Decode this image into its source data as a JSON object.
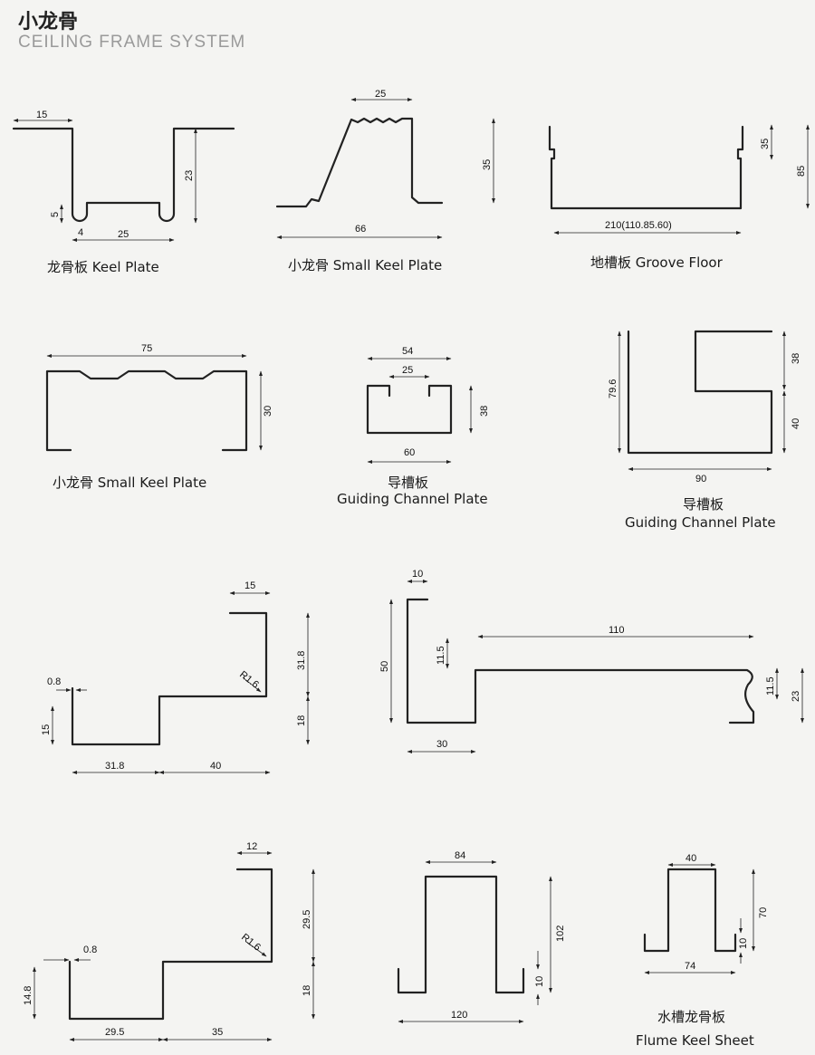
{
  "header": {
    "title_cn": "小龙骨",
    "title_en": "CEILING FRAME SYSTEM"
  },
  "icons": {
    "dimension_arrow": "arrowhead"
  },
  "items": [
    {
      "caption": "龙骨板  Keel Plate",
      "dims": [
        "15",
        "23",
        "5",
        "4",
        "25"
      ]
    },
    {
      "caption": "小龙骨  Small Keel Plate",
      "dims": [
        "25",
        "35",
        "66"
      ]
    },
    {
      "caption": "地槽板  Groove Floor",
      "dims": [
        "35",
        "85",
        "210(110.85.60)"
      ]
    },
    {
      "caption": "小龙骨  Small Keel Plate",
      "dims": [
        "75",
        "30"
      ]
    },
    {
      "caption_line1": "导槽板",
      "caption_line2": "Guiding Channel Plate",
      "dims": [
        "54",
        "25",
        "38",
        "60"
      ]
    },
    {
      "caption_line1": "导槽板",
      "caption_line2": "Guiding Channel Plate",
      "dims": [
        "38",
        "40",
        "79.6",
        "90"
      ]
    },
    {
      "dims": [
        "15",
        "31.8",
        "R1.6",
        "0.8",
        "15",
        "18",
        "31.8",
        "40"
      ]
    },
    {
      "dims": [
        "10",
        "50",
        "11.5",
        "110",
        "11.5",
        "23",
        "30"
      ]
    },
    {
      "dims": [
        "12",
        "29.5",
        "R1.6",
        "0.8",
        "14.8",
        "18",
        "29.5",
        "35"
      ]
    },
    {
      "dims": [
        "84",
        "102",
        "10",
        "120"
      ]
    },
    {
      "caption_line1": "水槽龙骨板",
      "caption_line2": "Flume Keel Sheet",
      "dims": [
        "40",
        "70",
        "10",
        "74"
      ]
    }
  ]
}
